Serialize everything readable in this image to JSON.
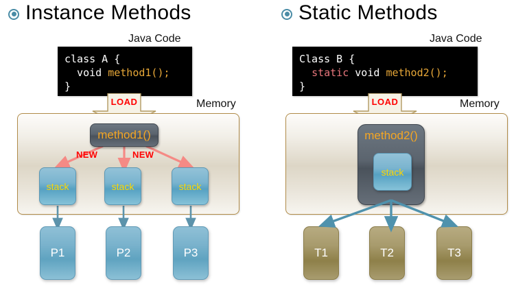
{
  "slide": {
    "background": "#ffffff",
    "accent_bullet_color": "#4a8ca6",
    "memory_border_color": "#b08b48",
    "load_text_color": "#ff0000",
    "method_text_color": "#f5a623",
    "stack_text_color": "#ffd700"
  },
  "panels": [
    {
      "id": "instance-methods",
      "heading": "Instance Methods",
      "bullet_icon": "radio-filled-icon",
      "java_code_label": "Java Code",
      "code": {
        "line1": "class A {",
        "line2_indent": "  void ",
        "line2_method": "method1();",
        "line3": "}"
      },
      "load_label": "LOAD",
      "memory_label": "Memory",
      "method_box_label": "method1()",
      "new_labels": [
        "NEW",
        "NEW"
      ],
      "stack_labels": [
        "stack",
        "stack",
        "stack"
      ],
      "bottom_boxes": [
        "P1",
        "P2",
        "P3"
      ],
      "arrow_color": "#f58a85"
    },
    {
      "id": "static-methods",
      "heading": "Static Methods",
      "bullet_icon": "radio-filled-icon",
      "java_code_label": "Java Code",
      "code": {
        "line1": "Class B {",
        "line2_indent": "  ",
        "line2_keyword": "static",
        "line2_mid": " void ",
        "line2_method": "method2();",
        "line3": "}"
      },
      "load_label": "LOAD",
      "memory_label": "Memory",
      "method_box_label": "method2()",
      "stack_labels": [
        "stack"
      ],
      "bottom_boxes": [
        "T1",
        "T2",
        "T3"
      ],
      "arrow_color": "#4f92ad"
    }
  ]
}
